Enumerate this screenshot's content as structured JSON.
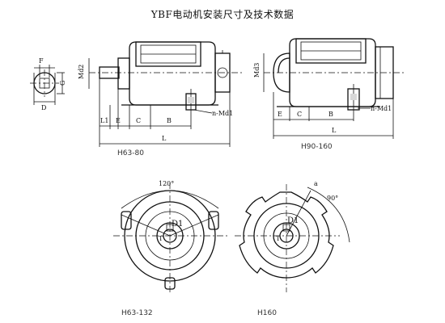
{
  "title": "YBF电动机安装尺寸及技术数据",
  "views": {
    "side_small": {
      "caption": "H63-80",
      "labels": {
        "F": "F",
        "G": "G",
        "D": "D",
        "M2": "Md2",
        "L1": "L1",
        "E": "E",
        "C": "C",
        "B": "B",
        "L": "L",
        "nMd1": "n-Md1"
      }
    },
    "side_large": {
      "caption": "H90-160",
      "labels": {
        "M3": "Md3",
        "E": "E",
        "C": "C",
        "B": "B",
        "L": "L",
        "nMd1": "n-Md1"
      }
    },
    "front_small": {
      "caption": "H63-132",
      "angle": "120°",
      "labels": {
        "D1": "D1",
        "T": "T"
      }
    },
    "front_large": {
      "caption": "H160",
      "angle": "90°",
      "labels": {
        "D1": "D1",
        "T": "T",
        "a": "a"
      }
    }
  }
}
